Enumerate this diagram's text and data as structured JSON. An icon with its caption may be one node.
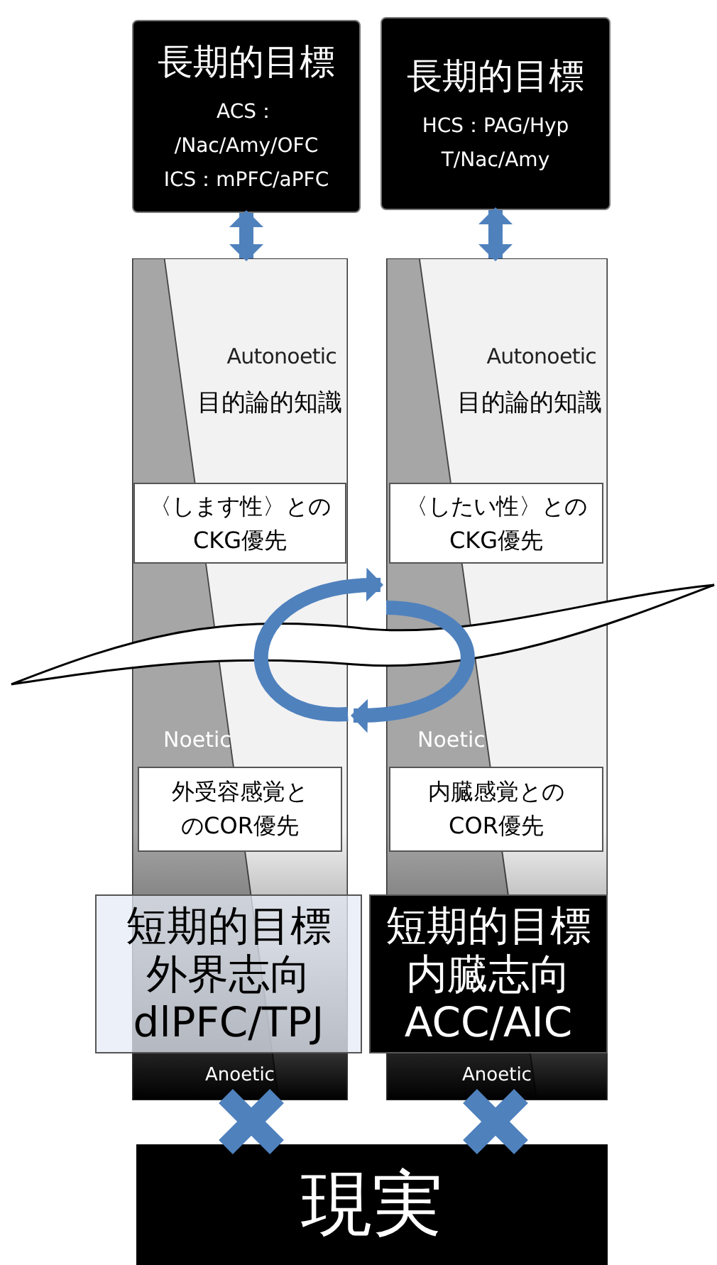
{
  "diagram": {
    "nodes": [
      {
        "text": [
          "長期的目標",
          "ACS： /Nac/Amy/OFC ICS：mPFC/aPFC"
        ]
      },
      {
        "text": [
          "長期的目標",
          "HCS：PAG/Hyp T/Nac/Amy"
        ]
      },
      {
        "text": [
          "Autonoetic",
          "目的論的知識",
          "Noetic",
          "Anoetic"
        ]
      },
      {
        "text": [
          "〈します性〉とのCKG優先"
        ],
        "in": 2
      },
      {
        "text": [
          "外受容感覚とのCOR優先"
        ],
        "in": 2
      },
      {
        "text": [
          "Autonoetic",
          "目的論的知識",
          "Noetic",
          "Anoetic"
        ]
      },
      {
        "text": [
          "〈したい性〉とのCKG優先"
        ],
        "in": 5
      },
      {
        "text": [
          "内臓感覚とのCOR優先"
        ],
        "in": 5
      },
      {
        "text": [
          "短期的目標外界志向 dlPFC/TPJ"
        ]
      },
      {
        "text": [
          "短期的目標内臓志向 ACC/AIC"
        ]
      },
      {
        "text": [
          "現実"
        ]
      }
    ],
    "edges": [
      {
        "from": 0,
        "to": 2,
        "arrow": "both"
      },
      {
        "from": 1,
        "to": 5,
        "arrow": "both"
      },
      {
        "from": 2,
        "to": 5,
        "arrow": "to"
      },
      {
        "from": 5,
        "to": 2,
        "arrow": "to"
      }
    ]
  }
}
